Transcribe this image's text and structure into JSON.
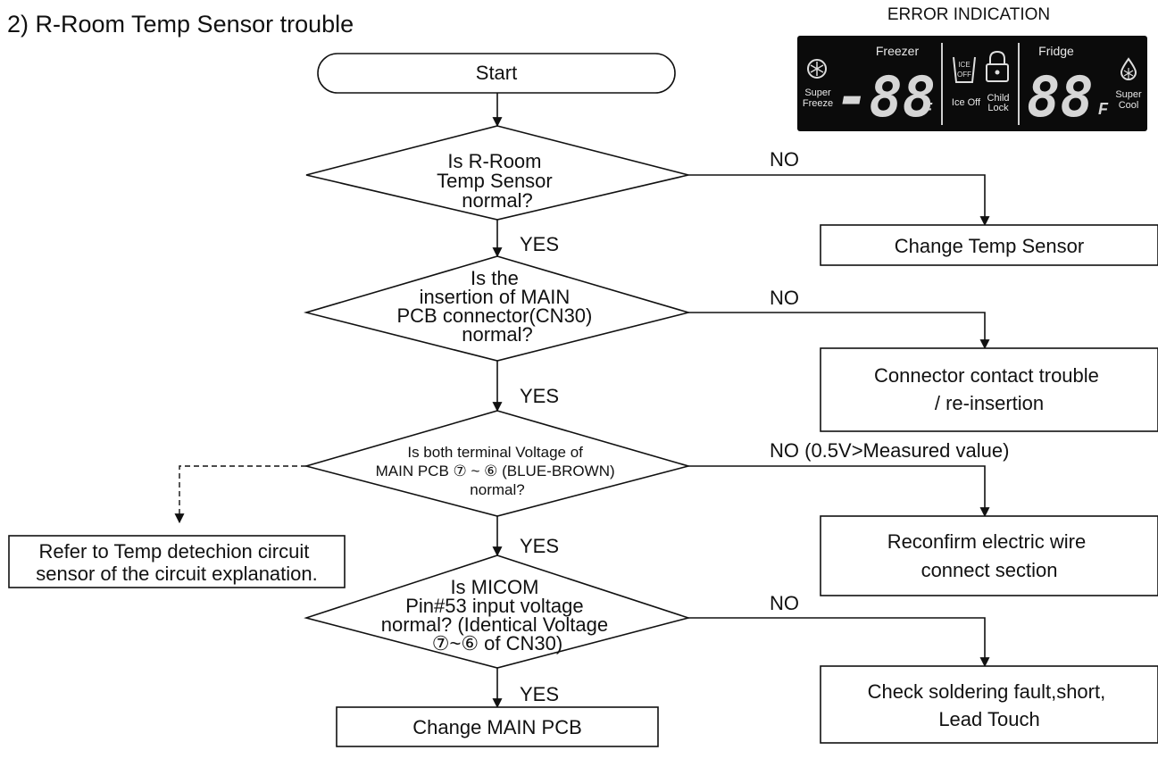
{
  "title": "2) R-Room Temp Sensor trouble",
  "error_panel": {
    "heading": "ERROR INDICATION",
    "bg_color": "#0b0b0b",
    "freezer_label": "Freezer",
    "fridge_label": "Fridge",
    "super_freeze_line1": "Super",
    "super_freeze_line2": "Freeze",
    "ice_off_label": "Ice Off",
    "ice_off_icon_line1": "ICE",
    "ice_off_icon_line2": "OFF",
    "child_lock_line1": "Child",
    "child_lock_line2": "Lock",
    "super_cool_line1": "Super",
    "super_cool_line2": "Cool",
    "freezer_display": "-88",
    "fridge_display": "88",
    "unit": "F"
  },
  "flow": {
    "start": "Start",
    "decision1": [
      "Is R-Room",
      "Temp Sensor",
      "normal?"
    ],
    "decision2": [
      "Is the",
      "insertion of MAIN",
      "PCB connector(CN30)",
      "normal?"
    ],
    "decision3": [
      "Is both terminal Voltage of",
      "MAIN PCB ⑦ ~ ⑥  (BLUE-BROWN)",
      "normal?"
    ],
    "decision4": [
      "Is MICOM",
      "Pin#53 input voltage",
      "normal? (Identical Voltage",
      "⑦~⑥ of CN30)"
    ],
    "action1": "Change Temp Sensor",
    "action2": [
      "Connector contact trouble",
      "/ re-insertion"
    ],
    "action3": [
      "Reconfirm electric wire",
      "connect section"
    ],
    "action4": [
      "Check soldering fault,short,",
      "Lead Touch"
    ],
    "end": "Change MAIN PCB",
    "refer": [
      "Refer to Temp detechion circuit",
      "sensor of the circuit explanation."
    ],
    "yes": "YES",
    "no": "NO",
    "no3": "NO (0.5V>Measured value)"
  }
}
